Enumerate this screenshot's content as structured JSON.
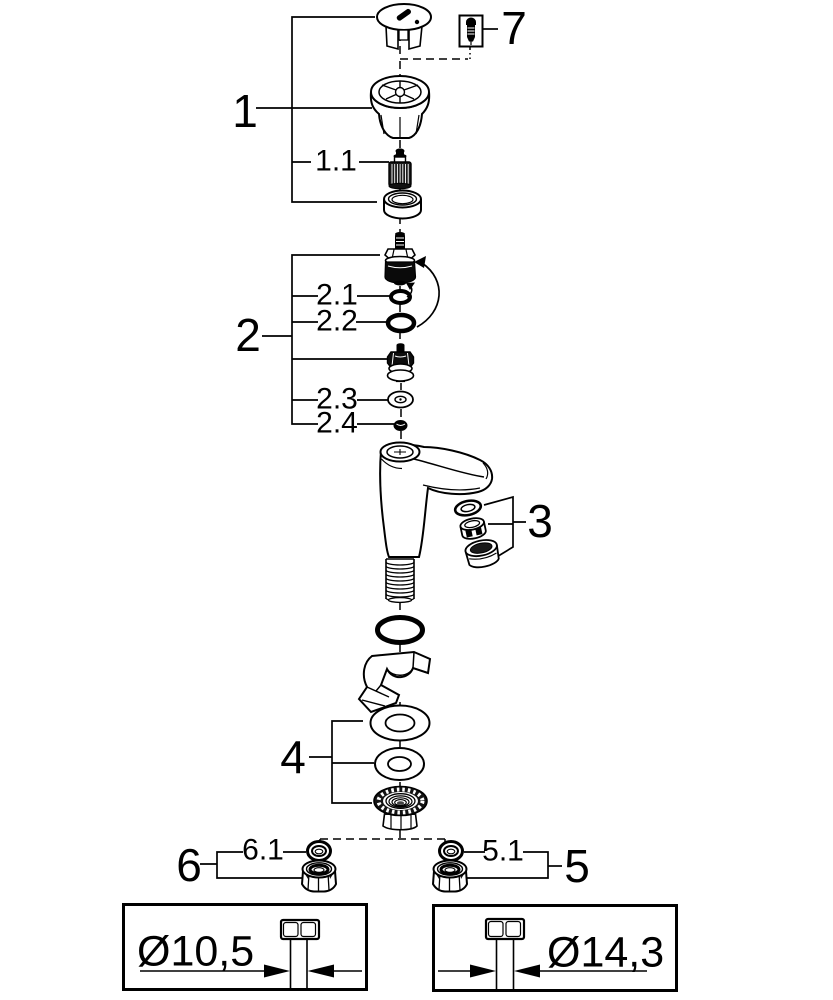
{
  "diagram": {
    "type": "exploded-parts-diagram",
    "background_color": "#ffffff",
    "line_color": "#000000",
    "callouts": {
      "c1": "1",
      "c1_1": "1.1",
      "c2": "2",
      "c2_1": "2.1",
      "c2_2": "2.2",
      "c2_3": "2.3",
      "c2_4": "2.4",
      "c3": "3",
      "c4": "4",
      "c5": "5",
      "c5_1": "5.1",
      "c6": "6",
      "c6_1": "6.1",
      "c7": "7"
    },
    "dimension_boxes": {
      "left": {
        "value": "Ø10,5"
      },
      "right": {
        "value": "Ø14,3"
      }
    }
  }
}
